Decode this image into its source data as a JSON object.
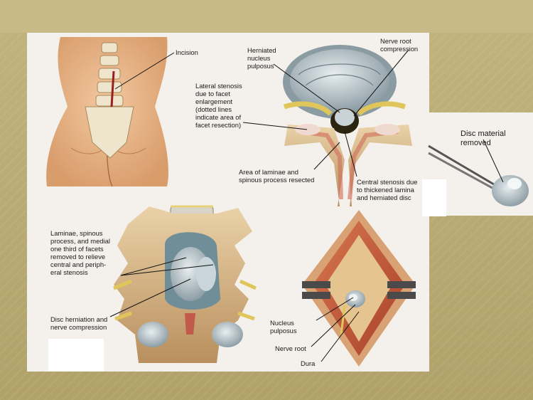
{
  "labels": {
    "incision": "Incision",
    "herniated_nucleus": "Herniated\nnucleus\npulposus",
    "nerve_root_compression": "Nerve root\ncompression",
    "lateral_stenosis": "Lateral stenosis\ndue to facet\nenlargement\n(dotted lines\nindicate area of\nfacet resection)",
    "area_laminae": "Area of laminae and\nspinous process resected",
    "central_stenosis": "Central stenosis due\nto thickened lamina\nand herniated disc",
    "disc_material": "Disc material\nremoved",
    "laminae_removed": "Laminae, spinous\nprocess, and medial\none third of facets\nremoved to relieve\ncentral and periph-\neral stenosis",
    "disc_herniation": "Disc herniation and\nnerve compression",
    "nucleus_pulposus": "Nucleus\npulposus",
    "nerve_root": "Nerve root",
    "dura": "Dura"
  },
  "colors": {
    "background": "#b5a773",
    "panel": "#f4f1ec",
    "skin": "#e8b98c",
    "bone": "#d9b98c",
    "disc": "#b9c6cc",
    "tissue_red": "#c2553a",
    "nerve_yellow": "#e6d27a"
  }
}
